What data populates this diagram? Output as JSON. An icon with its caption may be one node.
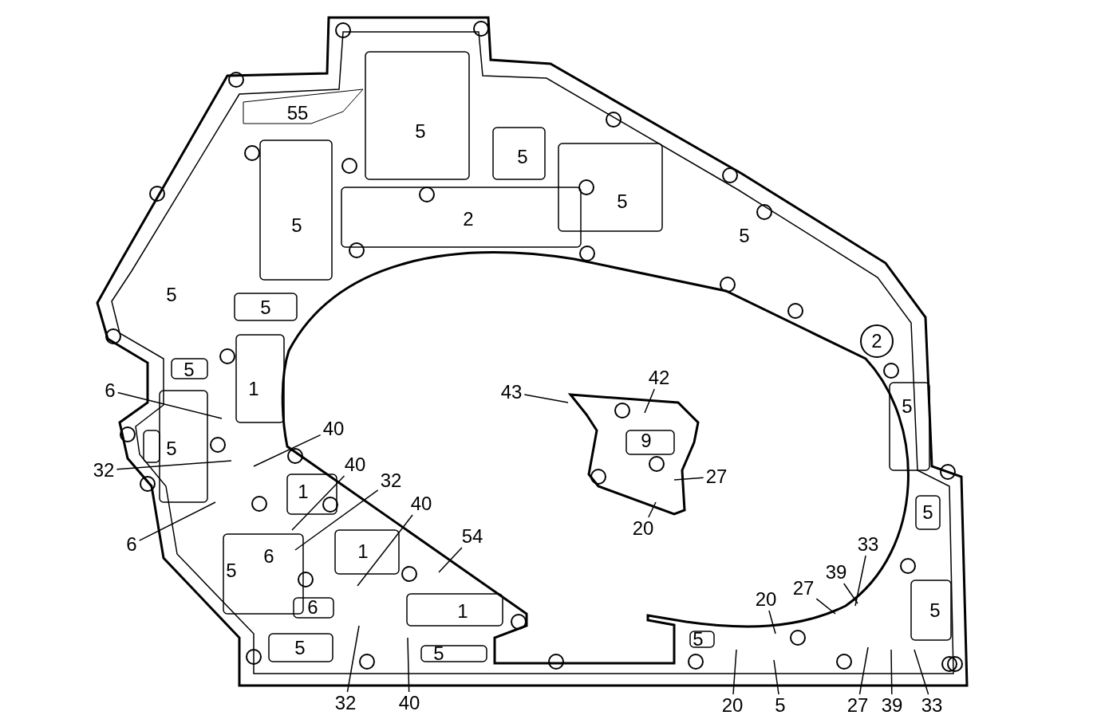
{
  "diagram": {
    "nodes": [
      {
        "text": [
          "2"
        ]
      },
      {
        "text": [
          "43"
        ]
      },
      {
        "text": [
          "42"
        ]
      },
      {
        "text": [
          "6"
        ]
      },
      {
        "text": [
          "40"
        ]
      },
      {
        "text": [
          "27"
        ]
      },
      {
        "text": [
          "32"
        ]
      },
      {
        "text": [
          "40"
        ]
      },
      {
        "text": [
          "32"
        ]
      },
      {
        "text": [
          "40"
        ]
      },
      {
        "text": [
          "20"
        ]
      },
      {
        "text": [
          "6"
        ]
      },
      {
        "text": [
          "54"
        ]
      },
      {
        "text": [
          "33"
        ]
      },
      {
        "text": [
          "39"
        ]
      },
      {
        "text": [
          "27"
        ]
      },
      {
        "text": [
          "20"
        ]
      },
      {
        "text": [
          "32"
        ]
      },
      {
        "text": [
          "40"
        ]
      },
      {
        "text": [
          "20"
        ]
      },
      {
        "text": [
          "5"
        ]
      },
      {
        "text": [
          "27"
        ]
      },
      {
        "text": [
          "39"
        ]
      },
      {
        "text": [
          "33"
        ]
      }
    ],
    "edges": [
      {
        "from": 1,
        "to": null,
        "arrow": "none"
      },
      {
        "from": 2,
        "to": null,
        "arrow": "none"
      },
      {
        "from": 3,
        "to": null,
        "arrow": "none"
      },
      {
        "from": 4,
        "to": null,
        "arrow": "none"
      },
      {
        "from": 5,
        "to": null,
        "arrow": "none"
      },
      {
        "from": 6,
        "to": null,
        "arrow": "none"
      },
      {
        "from": 7,
        "to": null,
        "arrow": "none"
      },
      {
        "from": 8,
        "to": null,
        "arrow": "none"
      },
      {
        "from": 9,
        "to": null,
        "arrow": "none"
      },
      {
        "from": 10,
        "to": null,
        "arrow": "none"
      },
      {
        "from": 11,
        "to": null,
        "arrow": "none"
      },
      {
        "from": 12,
        "to": null,
        "arrow": "none"
      },
      {
        "from": 13,
        "to": null,
        "arrow": "none"
      },
      {
        "from": 14,
        "to": null,
        "arrow": "none"
      },
      {
        "from": 15,
        "to": null,
        "arrow": "none"
      },
      {
        "from": 16,
        "to": null,
        "arrow": "none"
      },
      {
        "from": 17,
        "to": null,
        "arrow": "none"
      },
      {
        "from": 18,
        "to": null,
        "arrow": "none"
      },
      {
        "from": 19,
        "to": null,
        "arrow": "none"
      },
      {
        "from": 20,
        "to": null,
        "arrow": "none"
      },
      {
        "from": 21,
        "to": null,
        "arrow": "none"
      },
      {
        "from": 22,
        "to": null,
        "arrow": "none"
      },
      {
        "from": 23,
        "to": null,
        "arrow": "none"
      }
    ],
    "labels": [
      "55",
      "5",
      "5",
      "5",
      "2",
      "5",
      "5",
      "5",
      "5",
      "5",
      "1",
      "5",
      "9",
      "5",
      "1",
      "5",
      "1",
      "6",
      "5",
      "6",
      "5",
      "1",
      "5",
      "5",
      "5"
    ]
  }
}
